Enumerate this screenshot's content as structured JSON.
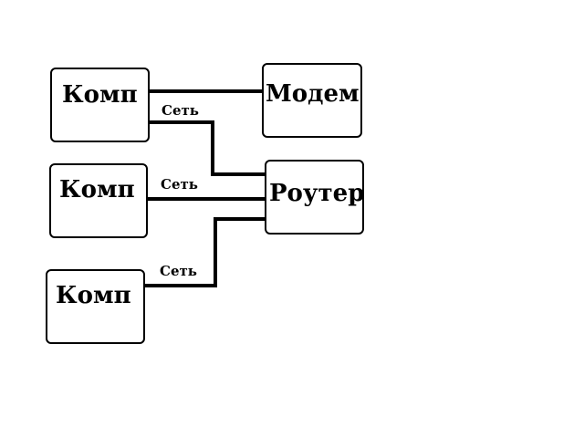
{
  "nodes": {
    "pc1": {
      "label": "Комп"
    },
    "pc2": {
      "label": "Комп"
    },
    "pc3": {
      "label": "Комп"
    },
    "modem": {
      "label": "Модем"
    },
    "router": {
      "label": "Роутер"
    }
  },
  "links": [
    {
      "from": "Комп",
      "to": "Модем",
      "label": ""
    },
    {
      "from": "Комп",
      "to": "Роутер",
      "label": "Сеть"
    },
    {
      "from": "Комп",
      "to": "Роутер",
      "label": "Сеть"
    },
    {
      "from": "Комп",
      "to": "Роутер",
      "label": "Сеть"
    }
  ]
}
